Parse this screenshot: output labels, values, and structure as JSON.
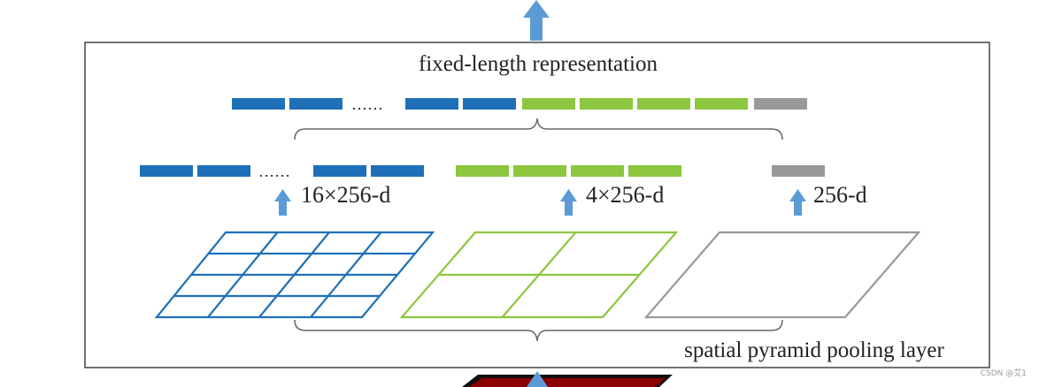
{
  "labels": {
    "top": "fixed-length representation",
    "bottom": "spatial pyramid pooling layer",
    "dots_top": "……",
    "dots_left": "……",
    "dim_16": "16×256-d",
    "dim_4": "4×256-d",
    "dim_1": "256-d"
  },
  "watermark": "CSDN @艾1",
  "colors": {
    "blue": "#1f70b8",
    "green": "#8dc63f",
    "gray": "#999999",
    "arrow": "#5b9bd5",
    "frame": "#444444",
    "brace": "#666666",
    "dark_red": "#8b0000"
  },
  "grids": [
    {
      "name": "grid-4x4",
      "rows": 4,
      "cols": 4,
      "color": "blue"
    },
    {
      "name": "grid-2x2",
      "rows": 2,
      "cols": 2,
      "color": "green"
    },
    {
      "name": "grid-1x1",
      "rows": 1,
      "cols": 1,
      "color": "gray"
    }
  ]
}
